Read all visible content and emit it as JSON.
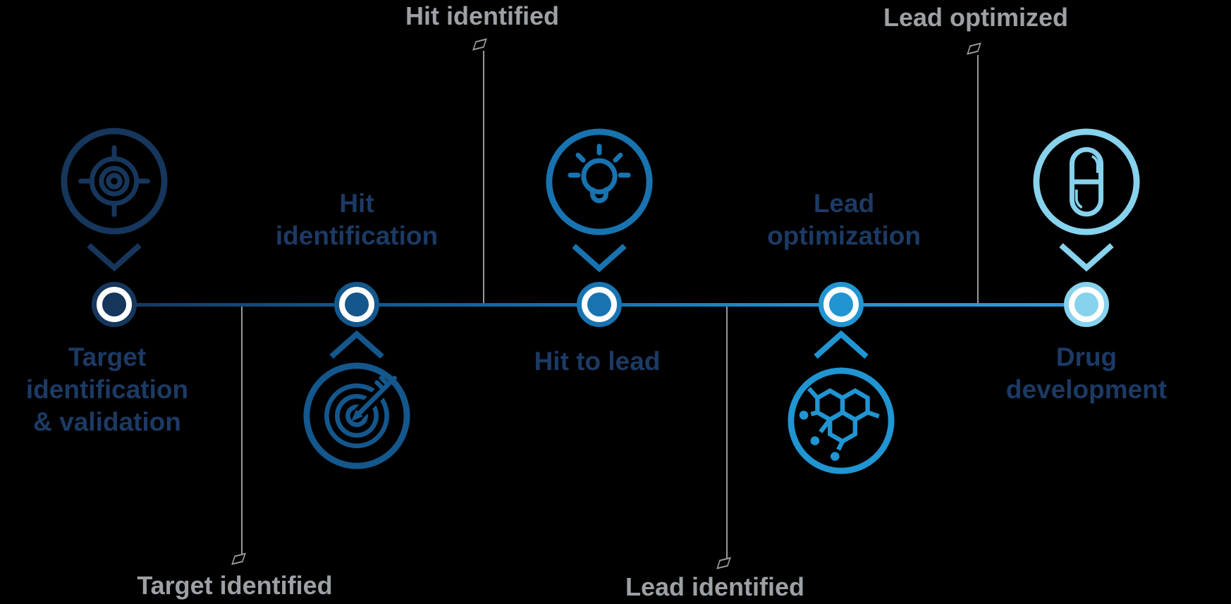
{
  "title": "Drug discovery process timeline",
  "colors": {
    "background": "#000000",
    "stage_label_navy": "#1C3A64",
    "milestone_gray": "#9DA1A5",
    "stage1": "#16365C",
    "stage2": "#14578C",
    "stage3": "#1873B0",
    "stage4": "#2095D2",
    "stage5": "#87D2EC"
  },
  "stages": [
    {
      "icon": "target-crosshair-icon",
      "lines": [
        "Target",
        "identification",
        "& validation"
      ]
    },
    {
      "icon": "dartboard-arrow-icon",
      "lines": [
        "Hit",
        "identification"
      ]
    },
    {
      "icon": "lightbulb-icon",
      "lines": [
        "Hit to lead"
      ]
    },
    {
      "icon": "molecule-icon",
      "lines": [
        "Lead",
        "optimization"
      ]
    },
    {
      "icon": "capsule-pill-icon",
      "lines": [
        "Drug",
        "development"
      ]
    }
  ],
  "milestones": [
    {
      "label": "Hit identified",
      "position": "top"
    },
    {
      "label": "Lead optimized",
      "position": "top"
    },
    {
      "label": "Target identified",
      "position": "bottom"
    },
    {
      "label": "Lead identified",
      "position": "bottom"
    }
  ]
}
